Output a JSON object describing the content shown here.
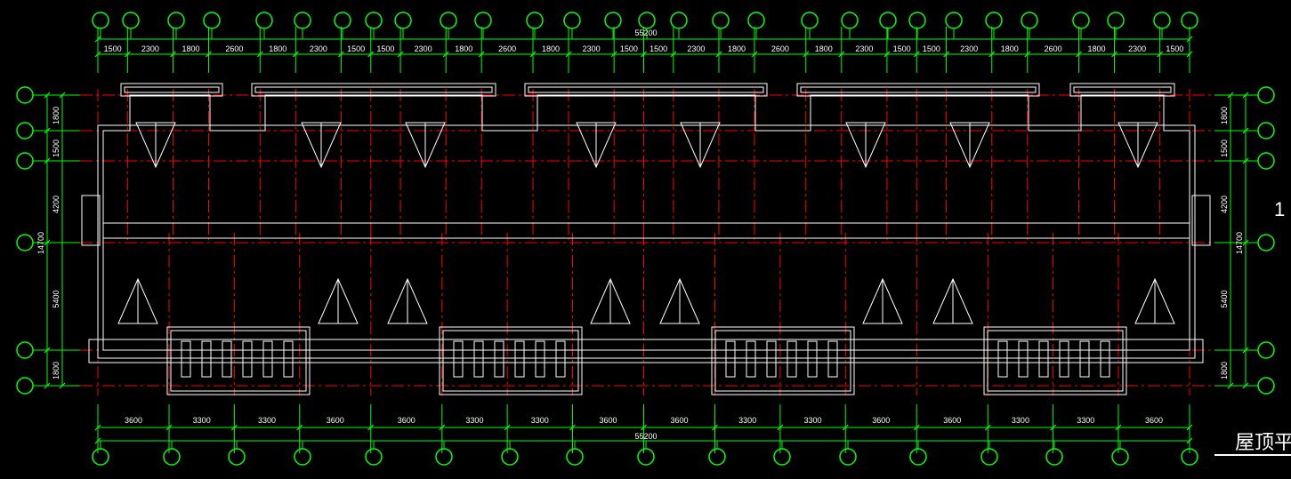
{
  "colors": {
    "background": "#000000",
    "axis": "#00ff00",
    "grid": "#ff0000",
    "wall": "#ffffff",
    "text": "#ffffff"
  },
  "top_dims": {
    "total": "55200",
    "segments": [
      "1500",
      "2300",
      "1800",
      "2600",
      "1800",
      "2300",
      "1500",
      "1500",
      "2300",
      "1800",
      "2600",
      "1800",
      "2300",
      "1500",
      "1500",
      "2300",
      "1800",
      "2600",
      "1800",
      "2300",
      "1500",
      "1500",
      "2300",
      "1800",
      "2600",
      "1800",
      "2300",
      "1500"
    ]
  },
  "bottom_dims": {
    "total": "55200",
    "segments": [
      "3600",
      "3300",
      "3300",
      "3600",
      "3600",
      "3300",
      "3300",
      "3600",
      "3600",
      "3300",
      "3300",
      "3600",
      "3600",
      "3300",
      "3300",
      "3600"
    ]
  },
  "left_dims": {
    "total": "14700",
    "segments": [
      "1800",
      "1500",
      "4200",
      "5400",
      "1800"
    ]
  },
  "right_dims": {
    "total": "14700",
    "segments": [
      "1800",
      "1500",
      "4200",
      "5400",
      "1800"
    ]
  },
  "drawing_title": "屋顶平",
  "side_label": "1"
}
